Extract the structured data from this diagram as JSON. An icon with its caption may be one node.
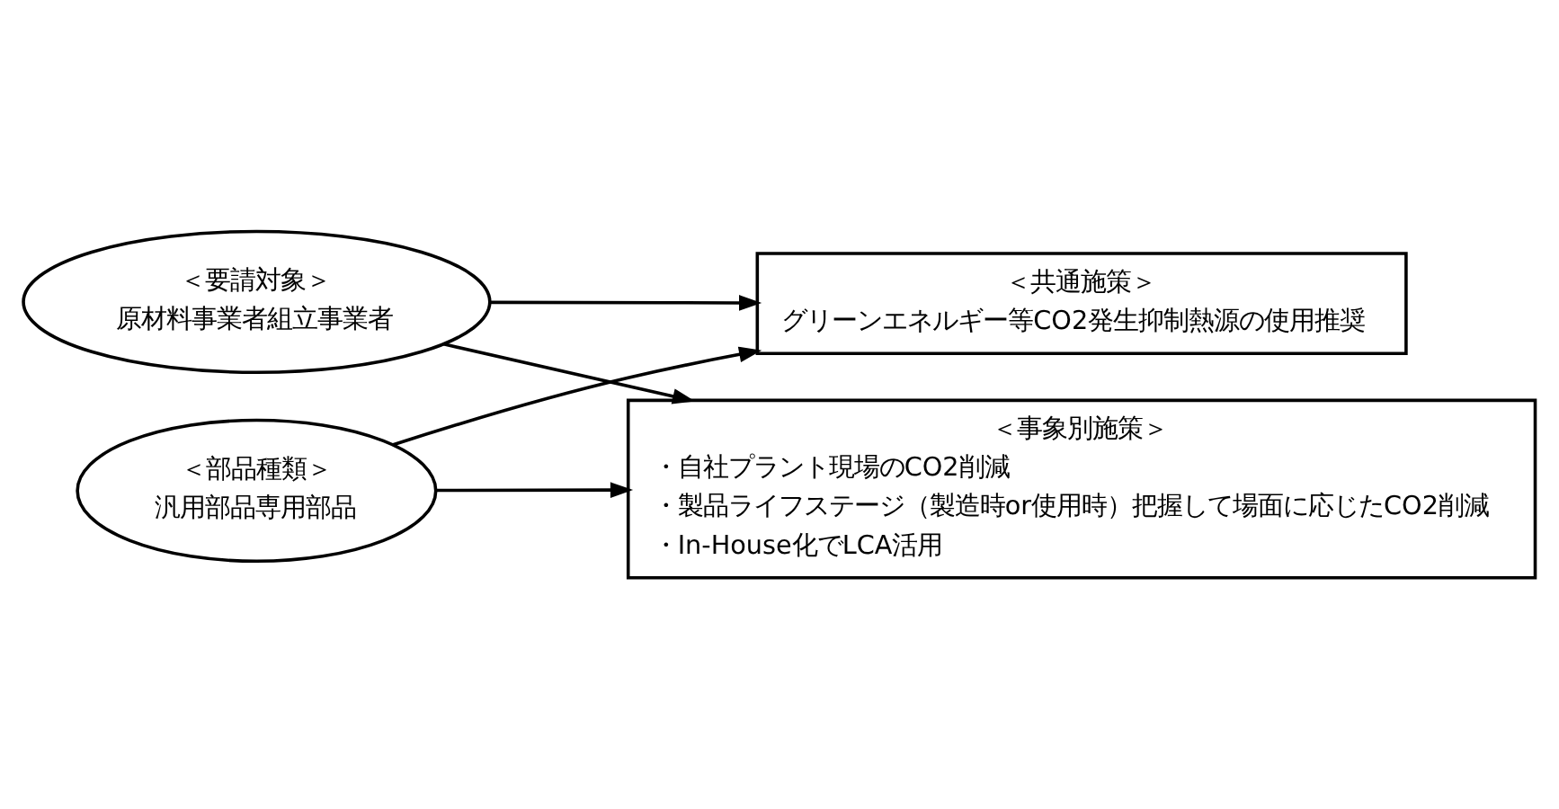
{
  "diagram": {
    "nodes": [
      {
        "text": [
          "＜要請対象＞",
          "原材料事業者組立事業者"
        ]
      },
      {
        "text": [
          "＜部品種類＞",
          "汎用部品専用部品"
        ]
      },
      {
        "text": [
          "＜共通施策＞",
          "グリーンエネルギー等CO2発生抑制熱源の使用推奨"
        ]
      },
      {
        "text": [
          "＜事象別施策＞",
          "・自社プラント現場のCO2削減",
          "・製品ライフステージ（製造時or使用時）把握して場面に応じたCO2削減",
          "・In-House化でLCA活用"
        ]
      }
    ],
    "edges": [
      {
        "from": 0,
        "to": 2,
        "arrow": "to"
      },
      {
        "from": 0,
        "to": 3,
        "arrow": "to"
      },
      {
        "from": 1,
        "to": 2,
        "arrow": "to"
      },
      {
        "from": 1,
        "to": 3,
        "arrow": "to"
      }
    ]
  }
}
